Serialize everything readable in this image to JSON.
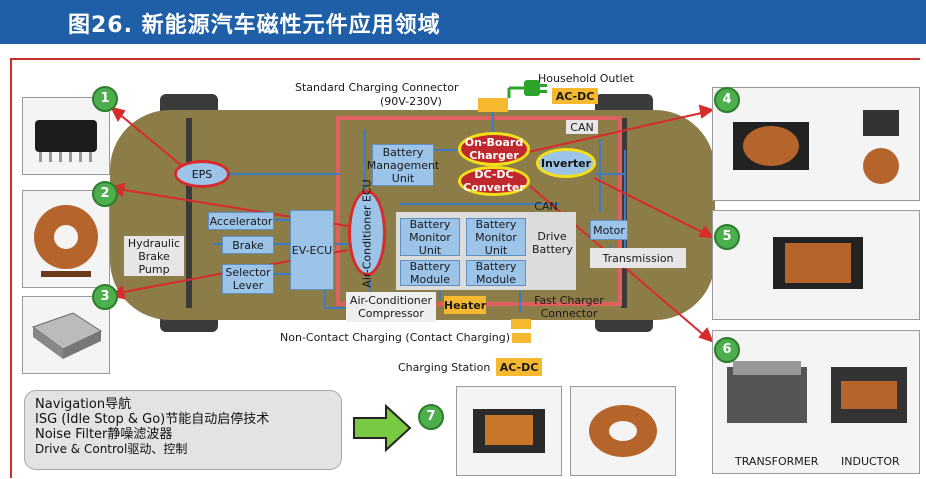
{
  "header": {
    "title": "图26. 新能源汽车磁性元件应用领域"
  },
  "top_labels": {
    "standard_connector": "Standard Charging Connector",
    "standard_voltage": "(90V-230V)",
    "household_outlet": "Household Outlet",
    "acdc_top": "AC-DC",
    "can_top": "CAN",
    "can_mid": "CAN"
  },
  "components": {
    "eps": "EPS",
    "bmu": "Battery Management Unit",
    "obc": "On-Board Charger",
    "dcdc": "DC-DC Converter",
    "inverter": "Inverter",
    "accelerator": "Accelerator",
    "brake": "Brake",
    "hydraulic": "Hydraulic Brake Pump",
    "selector": "Selector Lever",
    "evecu": "EV-ECU",
    "ac_ecu": "Air-Conditioner ECU",
    "bmon1": "Battery Monitor Unit",
    "bmon2": "Battery Monitor Unit",
    "bmod1": "Battery Module",
    "bmod2": "Battery Module",
    "drive_battery": "Drive Battery",
    "motor": "Motor",
    "transmission": "Transmission",
    "ac_compressor": "Air-Conditioner Compressor",
    "heater": "Heater",
    "fast_charger": "Fast Charger Connector"
  },
  "bottom_labels": {
    "non_contact": "Non-Contact Charging (Contact Charging)",
    "charging_station": "Charging Station",
    "acdc_bottom": "AC-DC"
  },
  "badges": [
    "1",
    "2",
    "3",
    "4",
    "5",
    "6",
    "7"
  ],
  "features": [
    "Navigation导航",
    "ISG (Idle Stop & Go)节能自动启停技术",
    "Noise Filter静噪滤波器",
    "Drive & Control驱动、控制"
  ],
  "photo_captions": {
    "transformer": "TRANSFORMER",
    "inductor": "INDUCTOR"
  },
  "colors": {
    "banner": "#1f5fa8",
    "car_body": "#8c7c48",
    "highlight_red": "#c0282d",
    "badge_green": "#4cae4c",
    "orange": "#f5b82e"
  }
}
